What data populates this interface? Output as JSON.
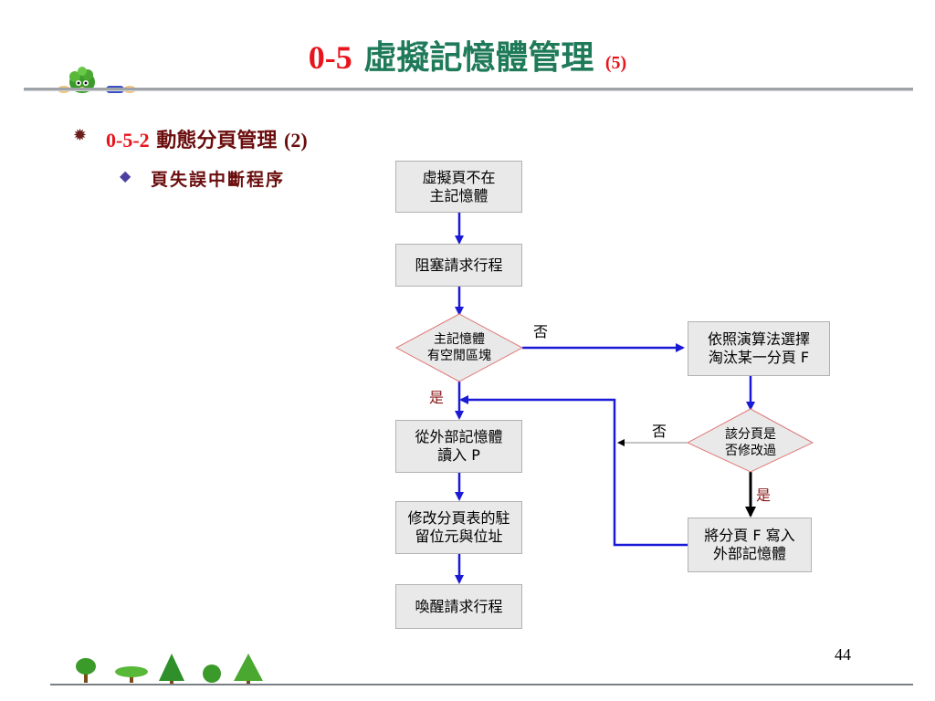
{
  "slide": {
    "title_num": "0-5",
    "title_text": "虛擬記憶體管理",
    "title_suffix": "(5)",
    "section_num": "0-5-2",
    "section_text": "動態分頁管理",
    "section_suffix": "(2)",
    "subpoint": "頁失誤中斷程序",
    "page_number": "44"
  },
  "flowchart": {
    "boxes": {
      "not_in_memory": "虛擬頁不在\n主記憶體",
      "block_process": "阻塞請求行程",
      "read_in": "從外部記憶體\n讀入 P",
      "modify_table": "修改分頁表的駐\n留位元與位址",
      "wake_process": "喚醒請求行程",
      "select_victim": "依照演算法選擇\n淘汰某一分頁 F",
      "write_out": "將分頁 F 寫入\n外部記憶體"
    },
    "decisions": {
      "free_block": "主記憶體\n有空閒區塊",
      "modified": "該分頁是\n否修改過"
    },
    "labels": {
      "no_1": "否",
      "yes_1": "是",
      "no_2": "否",
      "yes_2": "是"
    }
  },
  "colors": {
    "title_green": "#1f7a5a",
    "accent_red": "#e8141c",
    "arrow_blue": "#1a1ad6",
    "box_fill": "#e9e9e9",
    "diamond_border": "#e07a7a"
  }
}
